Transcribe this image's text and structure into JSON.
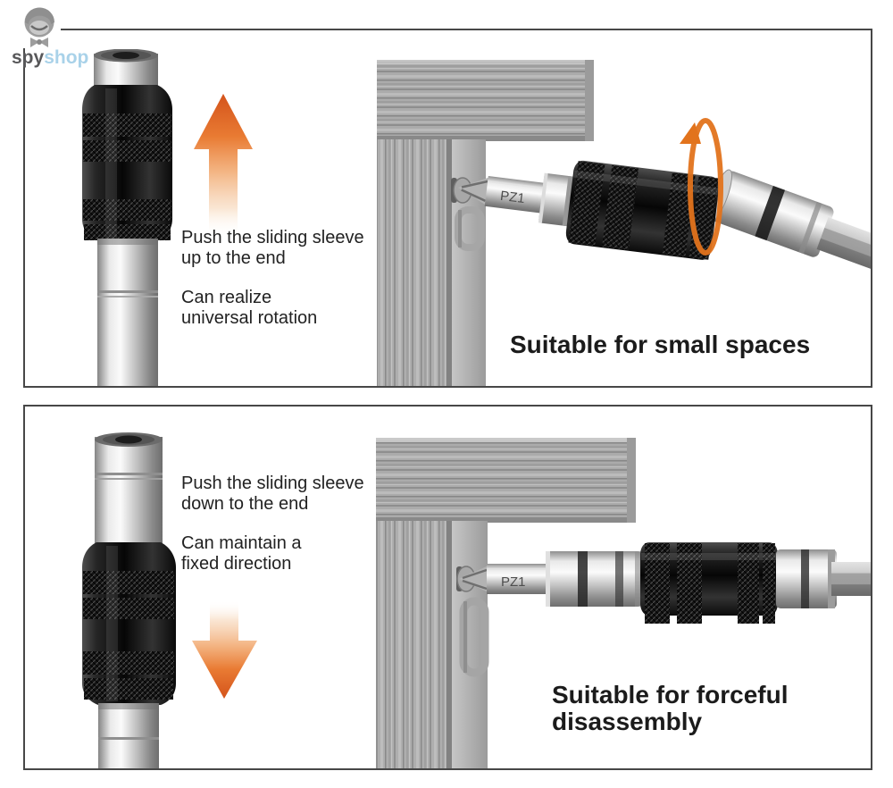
{
  "logo": {
    "prefix": "spy",
    "suffix": "shop",
    "mascot": "spy-mascot-icon"
  },
  "colors": {
    "accent_orange": "#e2671f",
    "logo_gray": "#58585a",
    "logo_blue": "#a9d2e9",
    "text": "#222222",
    "panel_border": "#474747"
  },
  "panel_top": {
    "instruction": {
      "line1": "Push the sliding sleeve",
      "line2": "up to the end"
    },
    "benefit": {
      "line1": "Can realize",
      "line2": "universal rotation"
    },
    "caption": {
      "line1": "Suitable for small spaces",
      "line2": ""
    },
    "bit_label": "PZ1",
    "arrow_icon": "up-arrow-icon"
  },
  "panel_bottom": {
    "instruction": {
      "line1": "Push the sliding sleeve",
      "line2": "down to the end"
    },
    "benefit": {
      "line1": "Can maintain a",
      "line2": "fixed direction"
    },
    "caption": {
      "line1": "Suitable for forceful",
      "line2": "disassembly"
    },
    "bit_label": "PZ1",
    "arrow_icon": "down-arrow-icon"
  }
}
